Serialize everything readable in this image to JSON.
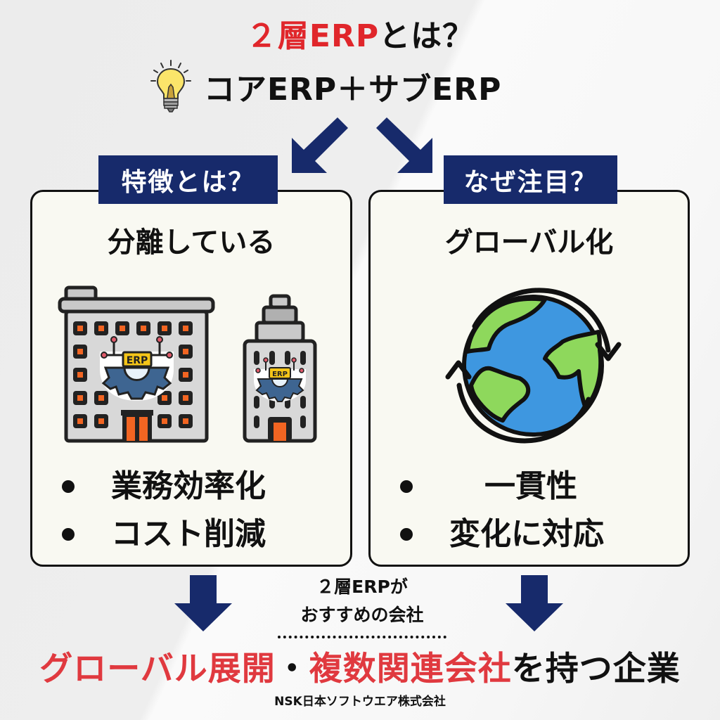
{
  "header": {
    "title_highlight": "２層ERP",
    "title_rest": "とは？",
    "subtitle": "コアERP＋サブERP",
    "subtitle_icon": "lightbulb-icon"
  },
  "colors": {
    "accent_red": "#E0262B",
    "navy": "#172A6B",
    "card_bg": "#F9F9F2",
    "text": "#111111"
  },
  "left_panel": {
    "tag": "特徴とは？",
    "heading": "分離している",
    "illustration": [
      "large-building-erp-icon",
      "small-building-erp-icon"
    ],
    "erp_badge": "ERP",
    "bullets": [
      "業務効率化",
      "コスト削減"
    ]
  },
  "right_panel": {
    "tag": "なぜ注目？",
    "heading": "グローバル化",
    "illustration": "globe-rotation-icon",
    "bullets": [
      "一貫性",
      "変化に対応"
    ]
  },
  "recommendation": {
    "line1": "２層ERPが",
    "line2": "おすすめの会社"
  },
  "conclusion": {
    "part1": "グローバル展開",
    "separator": "・",
    "part2": "複数関連会社",
    "part3": "を持つ企業"
  },
  "footer": {
    "company": "NSK日本ソフトウエア株式会社"
  }
}
